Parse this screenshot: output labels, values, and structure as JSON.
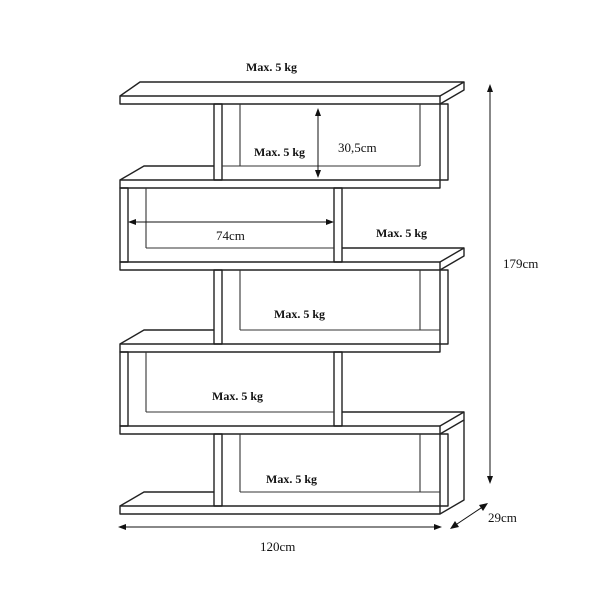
{
  "load_labels": [
    "Max. 5 kg",
    "Max. 5 kg",
    "Max. 5 kg",
    "Max. 5 kg",
    "Max. 5 kg",
    "Max. 5 kg"
  ],
  "dimensions": {
    "shelf_height": "30,5cm",
    "inner_width": "74cm",
    "total_height": "179cm",
    "depth": "29cm",
    "total_width": "120cm"
  }
}
